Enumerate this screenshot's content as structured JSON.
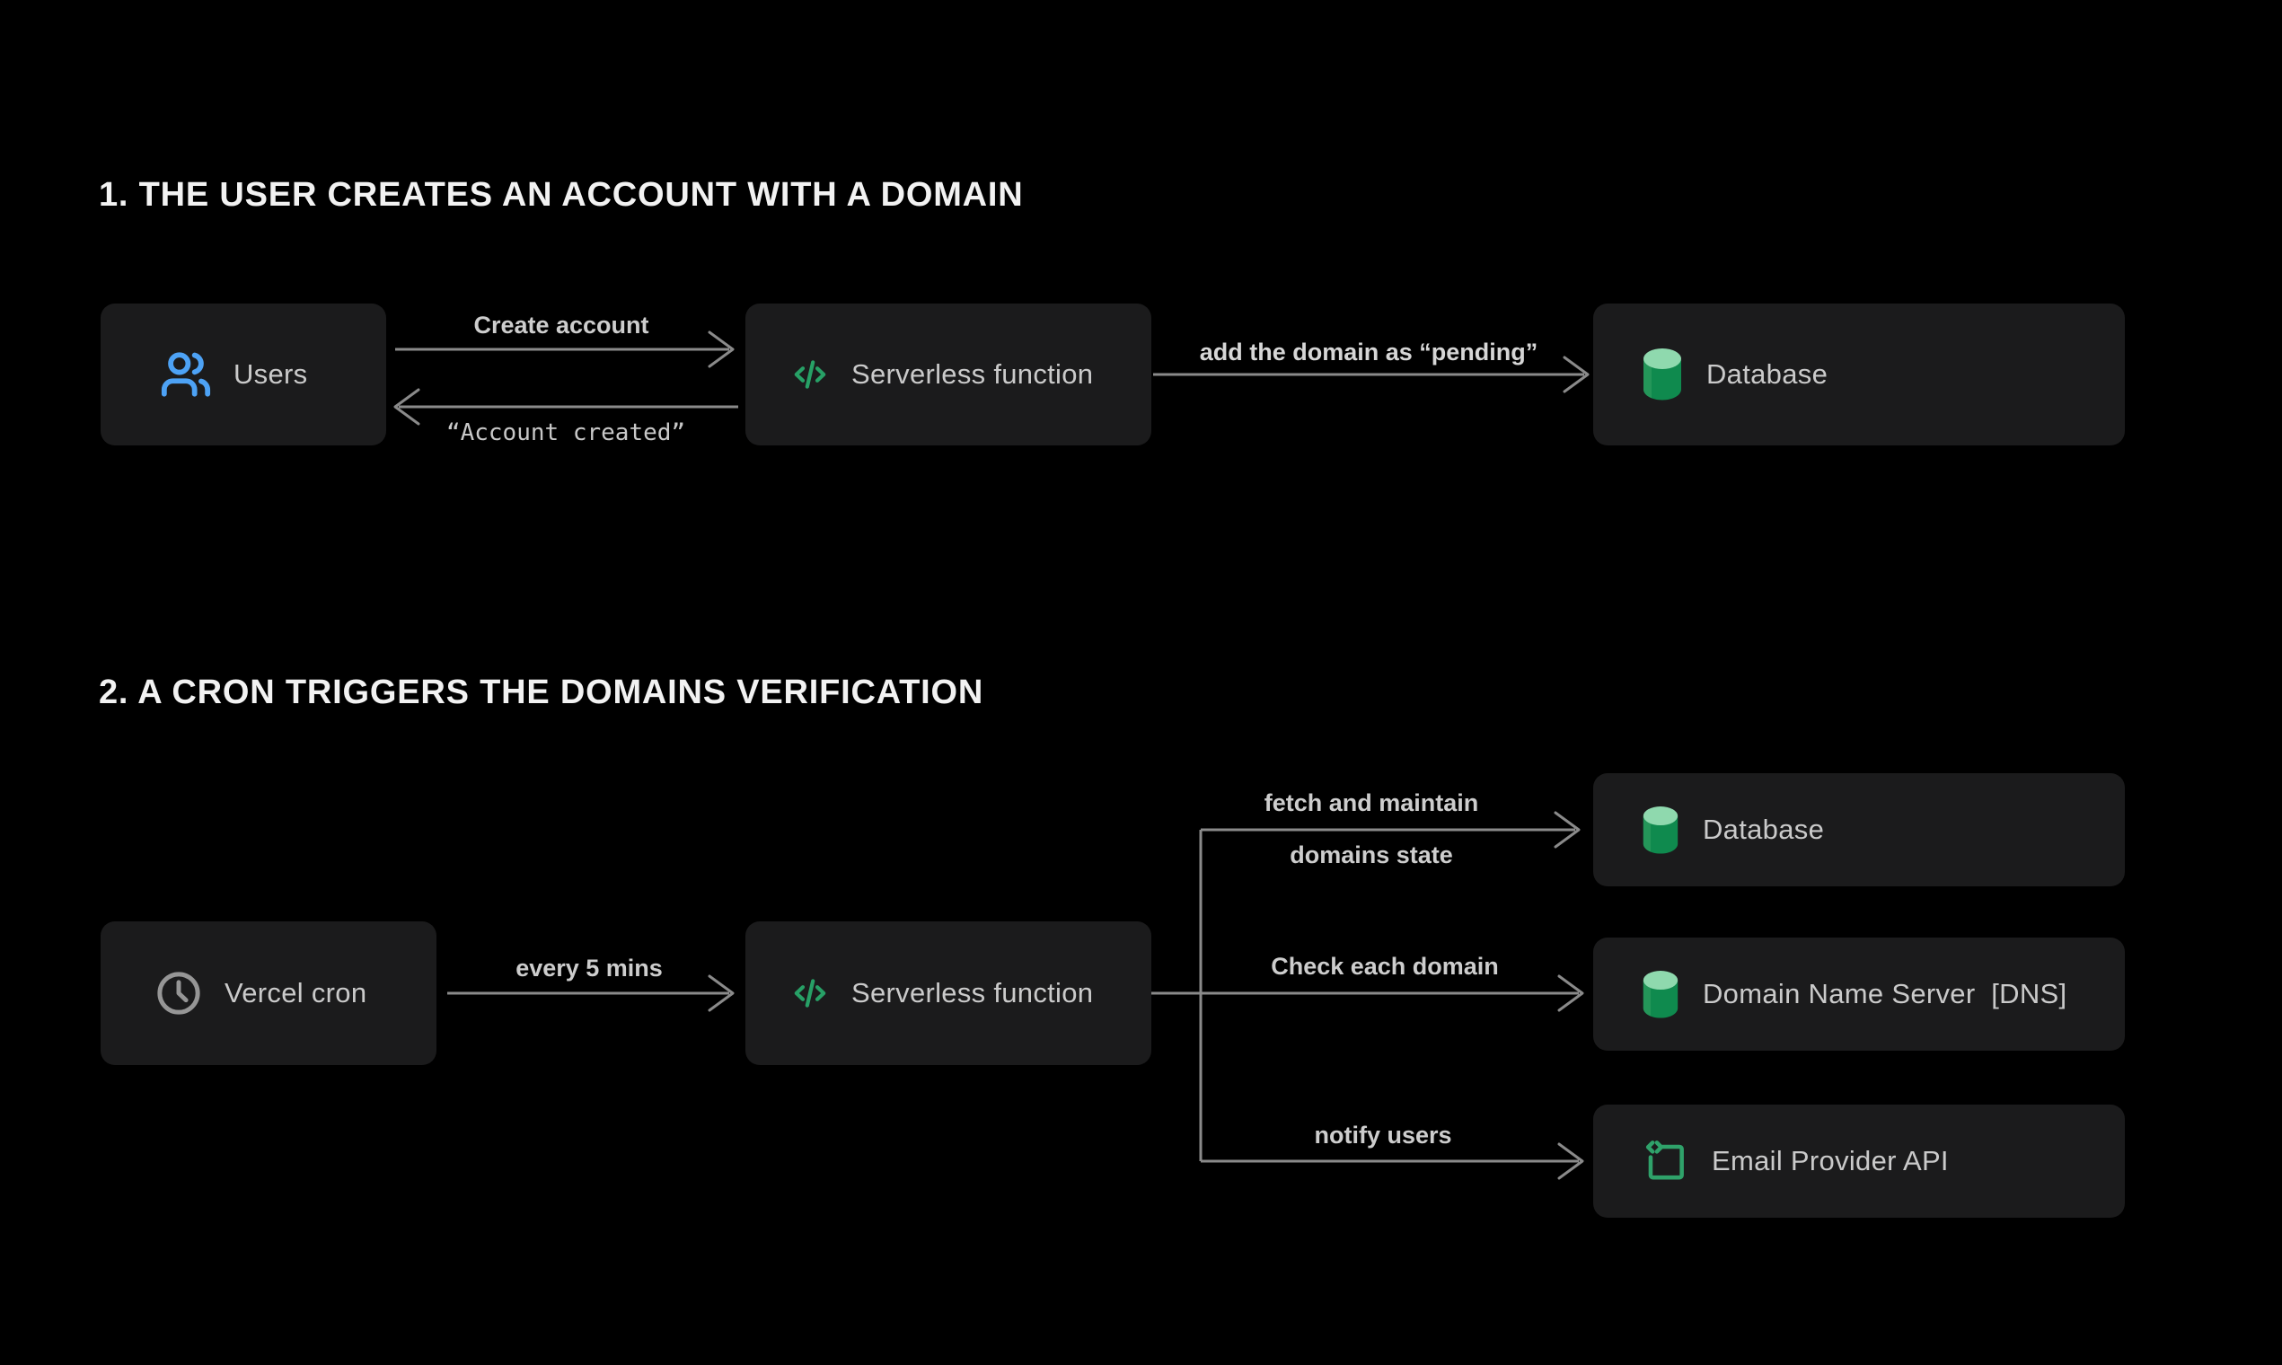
{
  "sections": [
    {
      "title": "1. THE USER CREATES AN ACCOUNT WITH A DOMAIN",
      "nodes": [
        {
          "label": "Users",
          "icon": "users-icon"
        },
        {
          "label": "Serverless function",
          "icon": "code-icon"
        },
        {
          "label": "Database",
          "icon": "database-icon"
        }
      ],
      "edges": [
        {
          "label": "Create account"
        },
        {
          "label": "“Account created”"
        },
        {
          "label": "add the domain as “pending”"
        }
      ]
    },
    {
      "title": "2. A CRON TRIGGERS THE DOMAINS VERIFICATION",
      "nodes": [
        {
          "label": "Vercel cron",
          "icon": "clock-icon"
        },
        {
          "label": "Serverless function",
          "icon": "code-icon"
        },
        {
          "label": "Database",
          "icon": "database-icon"
        },
        {
          "label": "Domain Name Server  [DNS]",
          "icon": "database-icon"
        },
        {
          "label": "Email Provider API",
          "icon": "code-square-icon"
        }
      ],
      "edges": [
        {
          "label": "every 5 mins"
        },
        {
          "label_line1": "fetch and maintain",
          "label_line2": "domains state"
        },
        {
          "label": "Check each domain"
        },
        {
          "label": "notify users"
        }
      ]
    }
  ],
  "colors": {
    "background": "#000000",
    "node_background": "#1b1b1c",
    "node_text": "#cacaca",
    "title_text": "#f2f2f2",
    "connector_gray": "#8a8a8a",
    "edge_label_text": "#cdcdcd",
    "accent_blue": "#4da2f5",
    "accent_green": "#27a066",
    "database_top_green": "#8fd9ae",
    "database_body_green": "#0f8a4e",
    "clock_gray": "#969696"
  }
}
